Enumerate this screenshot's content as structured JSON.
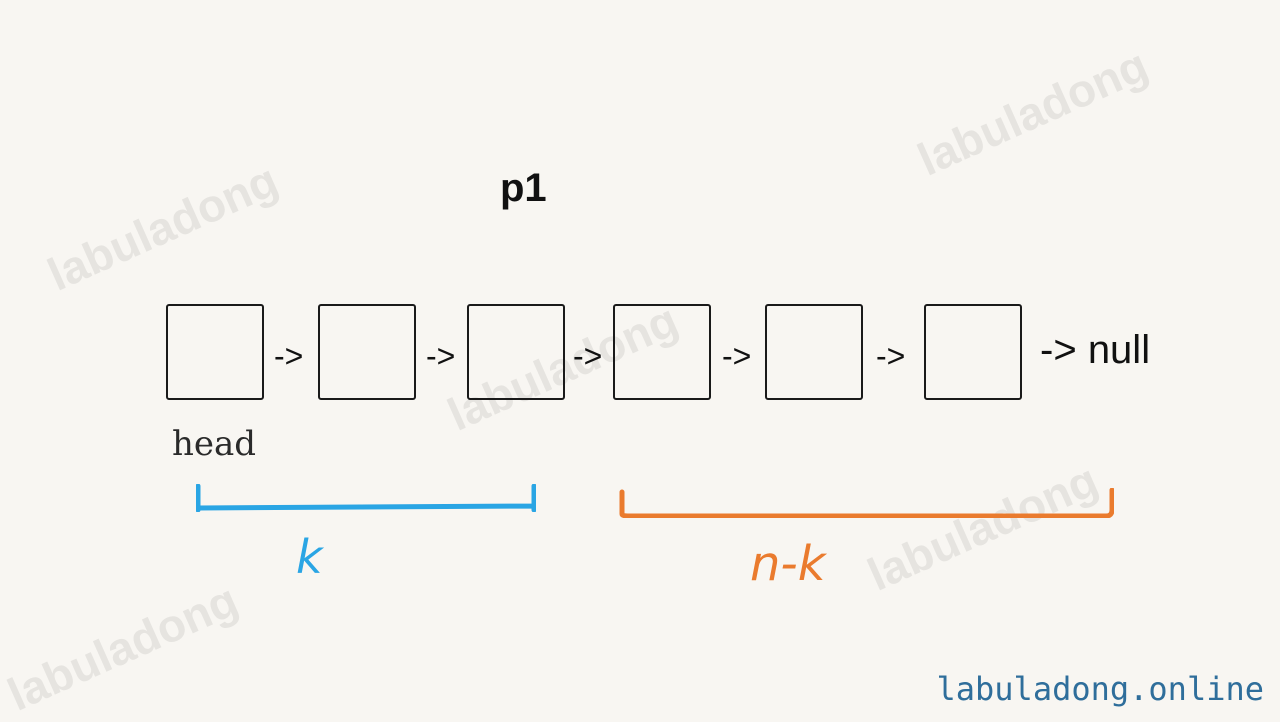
{
  "pointer_label": "p1",
  "nodes": [
    "",
    "",
    "",
    "",
    "",
    ""
  ],
  "arrow": "->",
  "tail": "null",
  "head_label": "head",
  "segments": [
    {
      "label": "k",
      "color": "#2aa5e4"
    },
    {
      "label": "n-k",
      "color": "#ea7b2e"
    }
  ],
  "watermark": "labuladong",
  "footer": "labuladong.online"
}
